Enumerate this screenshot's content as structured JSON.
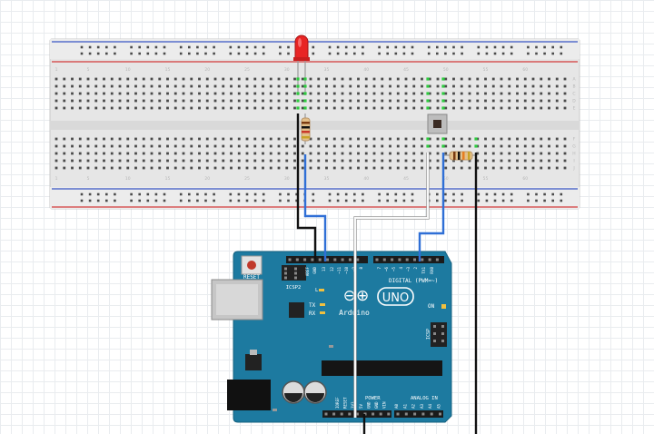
{
  "board": {
    "logo_symbol": "⊖⊕",
    "logo_text": "UNO",
    "brand": "Arduino",
    "reset_label": "RESET",
    "icsp2_label": "ICSP2",
    "icsp_label": "ICSP",
    "digital_label": "DIGITAL (PWM=~)",
    "on_label": "ON",
    "l_label": "L",
    "tx_label": "TX",
    "rx_label": "RX",
    "power_label": "POWER",
    "analog_label": "ANALOG IN",
    "digital_pins": [
      "AREF",
      "GND",
      "13",
      "12",
      "~11",
      "~10",
      "~9",
      "8",
      "7",
      "~6",
      "~5",
      "4",
      "~3",
      "2",
      "TX1",
      "RX0"
    ],
    "power_pins": [
      "IOREF",
      "RESET",
      "3V3",
      "5V",
      "GND",
      "GND",
      "VIN"
    ],
    "analog_pins": [
      "A0",
      "A1",
      "A2",
      "A3",
      "A4",
      "A5"
    ]
  },
  "breadboard": {
    "column_numbers": [
      "1",
      "5",
      "10",
      "15",
      "20",
      "25",
      "30",
      "35",
      "40",
      "45",
      "50",
      "55",
      "60"
    ],
    "row_letters": [
      "A",
      "B",
      "C",
      "D",
      "E",
      "F",
      "G",
      "H",
      "I",
      "J"
    ]
  },
  "colors": {
    "board": "#1d7aa0",
    "breadboard": "#e6e6e6",
    "wire_blue": "#2f6fd6",
    "wire_black": "#111111",
    "wire_white": "#f8f8f8",
    "led": "#e82424",
    "rail_red": "#d33b3b",
    "rail_blue": "#3a55c4"
  }
}
